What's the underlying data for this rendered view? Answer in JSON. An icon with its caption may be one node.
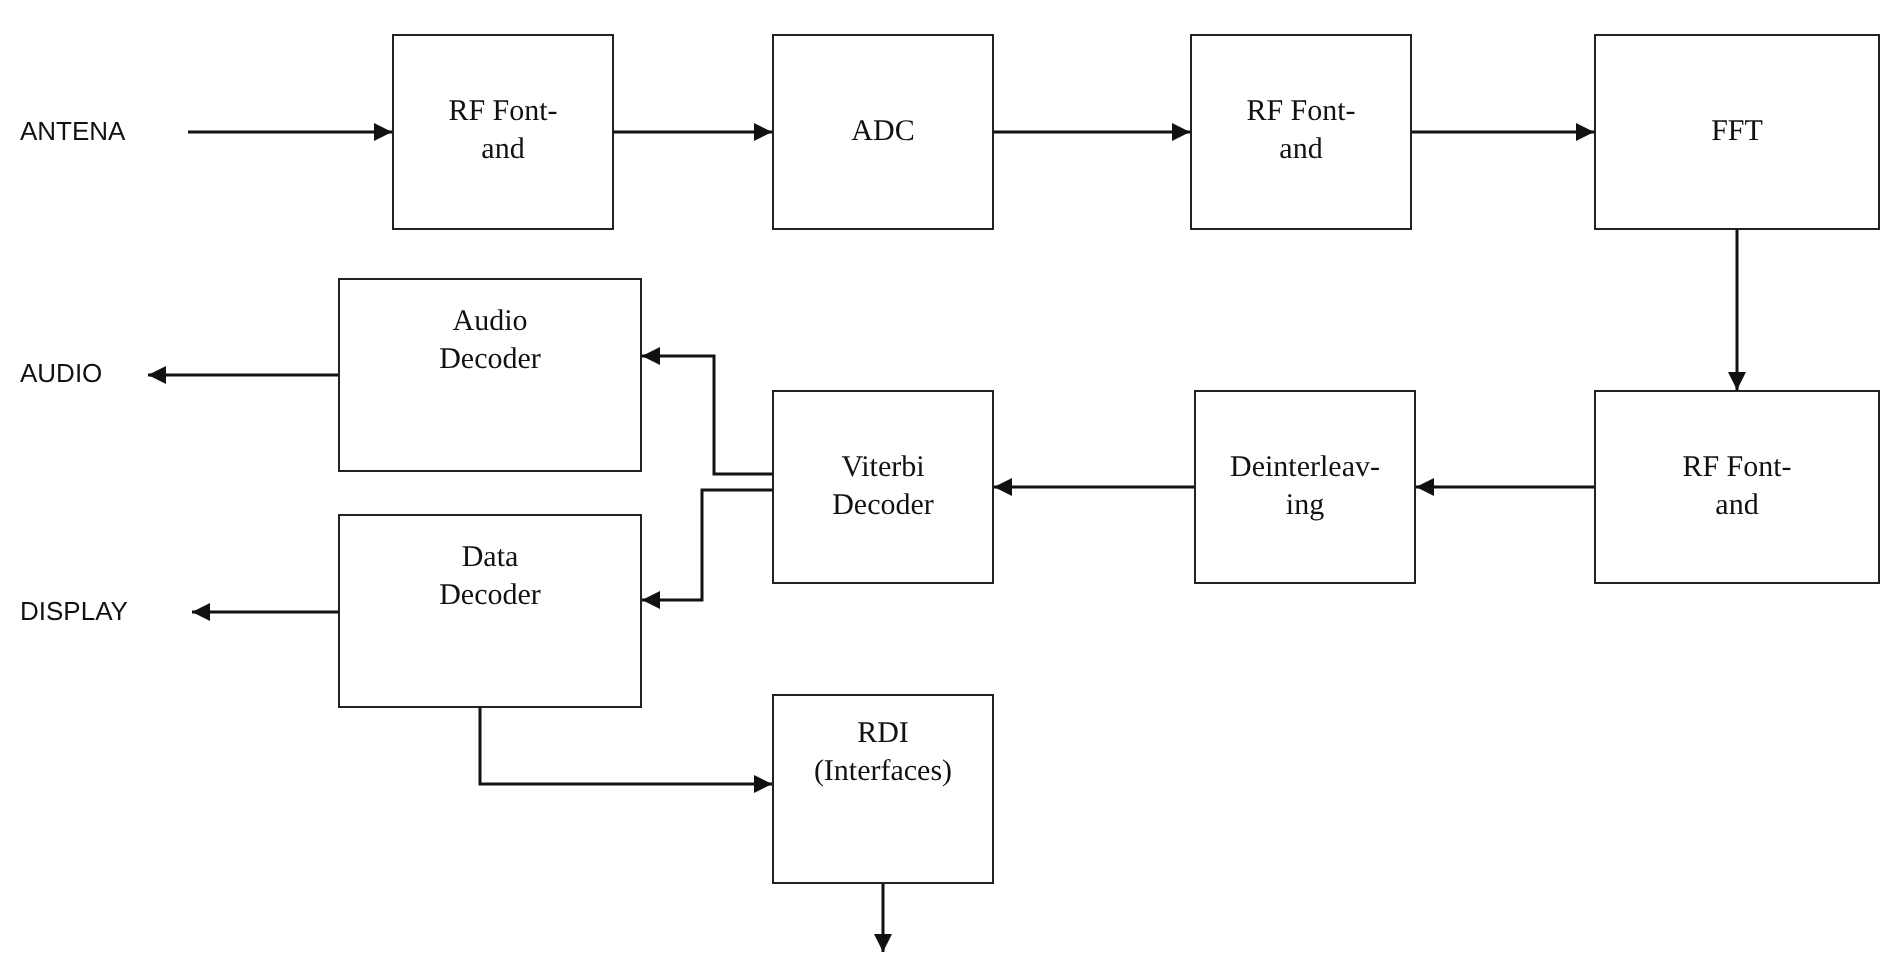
{
  "diagram": {
    "nodes": [
      {
        "text": [
          "ANTENA"
        ]
      },
      {
        "text": [
          "RF Font-and"
        ]
      },
      {
        "text": [
          "ADC"
        ]
      },
      {
        "text": [
          "RF Font-and"
        ]
      },
      {
        "text": [
          "FFT"
        ]
      },
      {
        "text": [
          "AUDIO"
        ]
      },
      {
        "text": [
          "Audio Decoder"
        ]
      },
      {
        "text": [
          "Viterbi Decoder"
        ]
      },
      {
        "text": [
          "Deinterleav- ing"
        ]
      },
      {
        "text": [
          "RF Font-and"
        ]
      },
      {
        "text": [
          "DISPLAY"
        ]
      },
      {
        "text": [
          "Data Decoder"
        ]
      },
      {
        "text": [
          "RDI (Interfaces)"
        ]
      }
    ],
    "edges": [
      {
        "from": 0,
        "to": 1,
        "arrow": "to"
      },
      {
        "from": 1,
        "to": 2,
        "arrow": "to"
      },
      {
        "from": 2,
        "to": 3,
        "arrow": "to"
      },
      {
        "from": 3,
        "to": 4,
        "arrow": "to"
      },
      {
        "from": 4,
        "to": 9,
        "arrow": "to"
      },
      {
        "from": 9,
        "to": 8,
        "arrow": "to"
      },
      {
        "from": 8,
        "to": 7,
        "arrow": "to"
      },
      {
        "from": 7,
        "to": 6,
        "arrow": "to"
      },
      {
        "from": 7,
        "to": 11,
        "arrow": "to"
      },
      {
        "from": 6,
        "to": 5,
        "arrow": "to"
      },
      {
        "from": 11,
        "to": 10,
        "arrow": "to"
      },
      {
        "from": 11,
        "to": 12,
        "arrow": "to"
      },
      {
        "from": 12,
        "to": null,
        "arrow": "to"
      }
    ]
  }
}
